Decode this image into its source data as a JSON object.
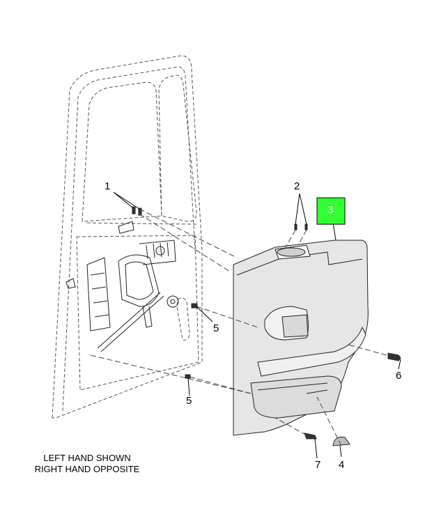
{
  "callouts": {
    "c1": "1",
    "c2": "2",
    "c3": "3",
    "c4": "4",
    "c5a": "5",
    "c5b": "5",
    "c6": "6",
    "c7": "7"
  },
  "highlight_color": "#33ff33",
  "note": {
    "line1": "LEFT HAND SHOWN",
    "line2": "RIGHT HAND OPPOSITE"
  }
}
